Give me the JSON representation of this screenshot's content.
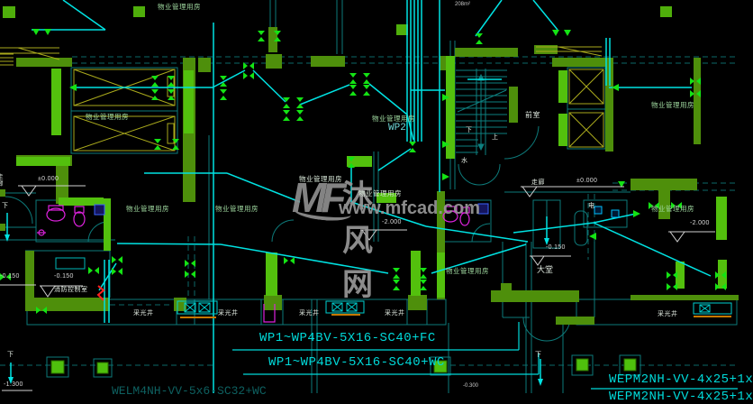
{
  "drawing": {
    "area_label": "208m²",
    "watermark": {
      "logo_m": "M",
      "logo_f": "F",
      "brand": "沐风网",
      "url": "www.mfcad.com"
    },
    "rooms": {
      "property_mgmt": "物业管理用房",
      "fire_control": "消防控制室",
      "light_well": "采光井",
      "lobby": "大堂",
      "front_room": "前室",
      "corridor": "走廊",
      "electrical": "电",
      "water": "水"
    },
    "stairs": {
      "down": "下",
      "up": "上"
    },
    "elevations": {
      "zero": "±0.000",
      "minus_2000": "-2.000",
      "minus_0150": "-0.150",
      "minus_1300": "-1.300",
      "minus_0300": "-0.300"
    },
    "circuits": {
      "wp2": "WP2",
      "feeder_fc": "WP1~WP4BV-5X16-SC40+FC",
      "feeder_wc": "WP1~WP4BV-5X16-SC40+WC",
      "feeder_main": "WEPM2NH-VV-4x25+1x",
      "feeder_bottom": "WELM4NH-VV-5x6-SC32+WC"
    },
    "colors": {
      "background": "#000000",
      "wall": "#4e8f0b",
      "wall_bright": "#53c00d",
      "wire": "#00e2e2",
      "device_symbol": "#14e314",
      "elevator_car": "#a9a91c",
      "fixture": "#dd22dd",
      "watermark": "#979797",
      "circuit_text": "#00d9d9"
    }
  }
}
